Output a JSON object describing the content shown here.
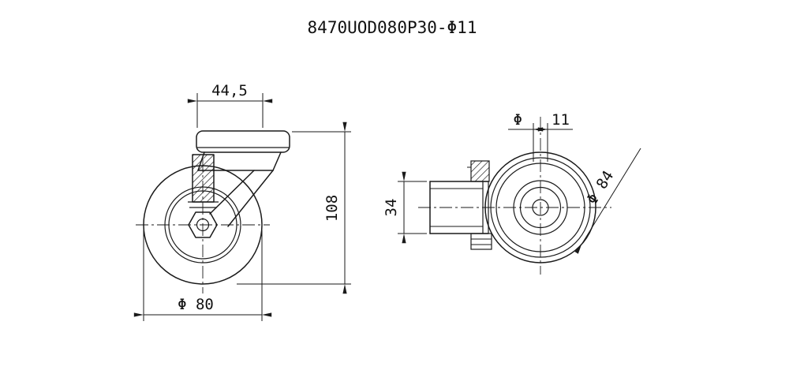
{
  "title": "8470UOD080P30-Φ11",
  "front_view": {
    "dim_top_width": "44,5",
    "dim_total_height": "108",
    "dim_wheel_diameter": "Φ 80"
  },
  "top_view": {
    "dim_bolt_hole_symbol": "Φ",
    "dim_bolt_hole_value": "11",
    "dim_width": "34",
    "dim_swivel_diameter": "Φ 84"
  },
  "colors": {
    "line": "#1a1a1a",
    "background": "#ffffff"
  }
}
